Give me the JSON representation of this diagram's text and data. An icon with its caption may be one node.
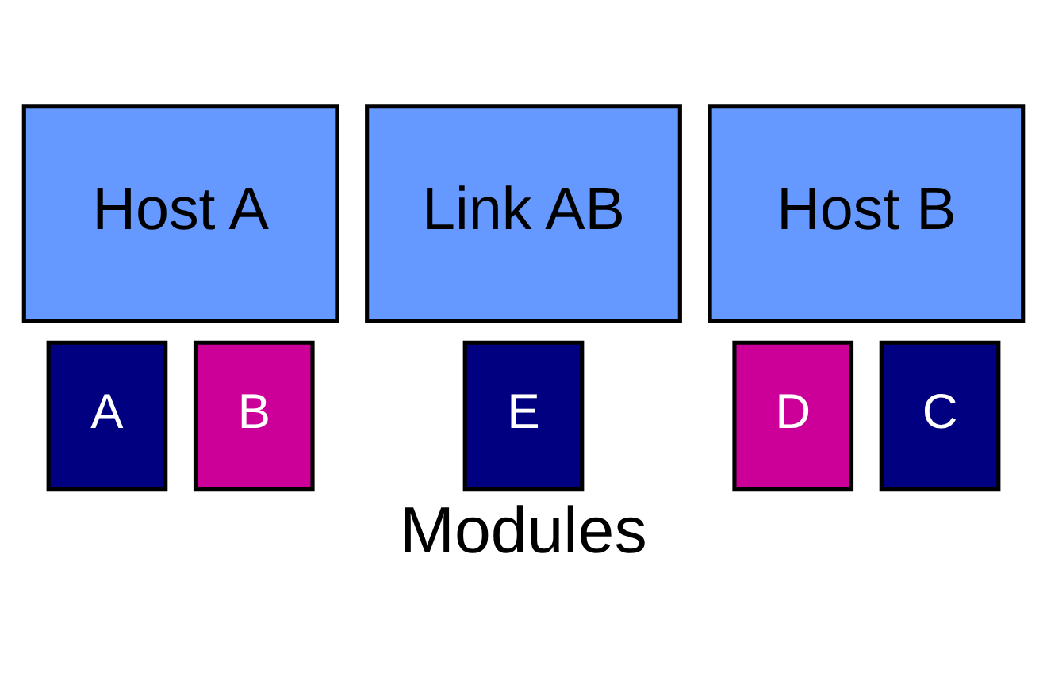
{
  "diagram": {
    "caption": "Modules",
    "nodes": [
      {
        "text": [
          "Host A"
        ]
      },
      {
        "text": [
          "Link AB"
        ]
      },
      {
        "text": [
          "Host B"
        ]
      },
      {
        "text": [
          "A"
        ]
      },
      {
        "text": [
          "B"
        ]
      },
      {
        "text": [
          "E"
        ]
      },
      {
        "text": [
          "D"
        ]
      },
      {
        "text": [
          "C"
        ]
      }
    ]
  }
}
